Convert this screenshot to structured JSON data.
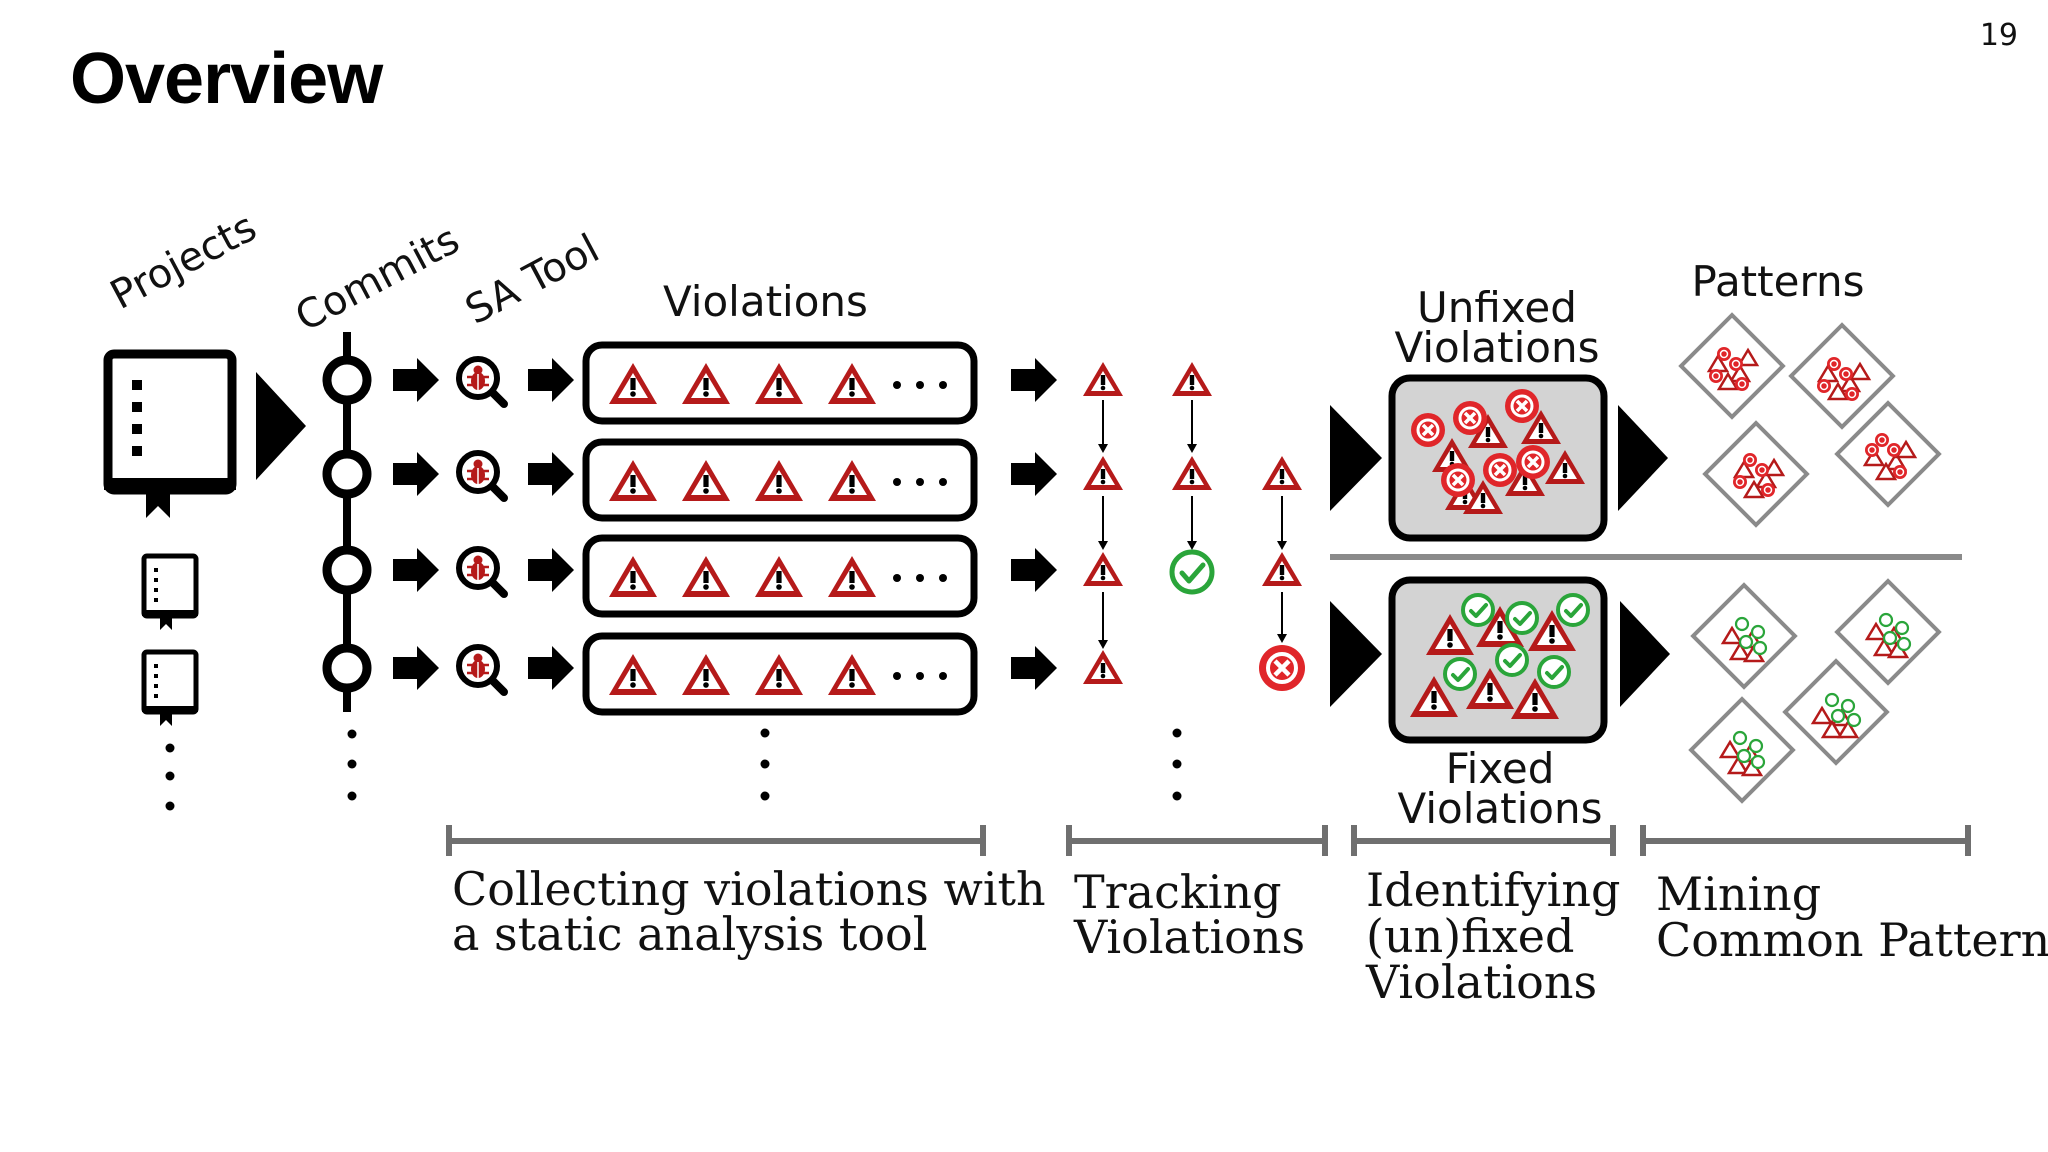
{
  "slide": {
    "title": "Overview",
    "page_number": "19"
  },
  "columns": {
    "projects": "Projects",
    "commits": "Commits",
    "sa_tool": "SA Tool",
    "violations": "Violations",
    "unfixed_line1": "Unfixed",
    "unfixed_line2": "Violations",
    "patterns": "Patterns",
    "fixed_line1": "Fixed",
    "fixed_line2": "Violations"
  },
  "stages": {
    "collecting_line1": "Collecting violations with",
    "collecting_line2": "a static analysis tool",
    "tracking_line1": "Tracking",
    "tracking_line2": "Violations",
    "identifying_line1": "Identifying",
    "identifying_line2": "(un)fixed",
    "identifying_line3": "Violations",
    "mining_line1": "Mining",
    "mining_line2": "Common Patterns"
  },
  "colors": {
    "warning_red": "#b51a1a",
    "fixed_green": "#2aa53a",
    "removed_red": "#e0262a",
    "box_gray": "#d3d3d3"
  },
  "icons": [
    "book-icon",
    "commit-node-icon",
    "bug-magnifier-icon",
    "warning-triangle-icon",
    "check-circle-icon",
    "cross-circle-icon",
    "arrow-right-icon"
  ]
}
